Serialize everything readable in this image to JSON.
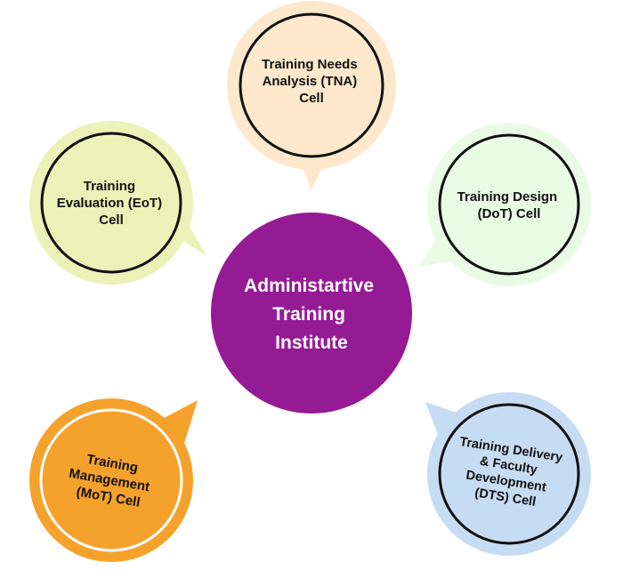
{
  "center": {
    "lines": [
      "Administartive",
      "Training",
      "Institute"
    ],
    "color": "#951b95",
    "text_color": "#ffffff"
  },
  "nodes": {
    "tna": {
      "lines": [
        "Training Needs",
        "Analysis (TNA)",
        "Cell"
      ],
      "fill": "#fde8cc",
      "ring": "#111111"
    },
    "dot": {
      "lines": [
        "Training Design",
        "(DoT) Cell"
      ],
      "fill": "#eafbe5",
      "ring": "#111111"
    },
    "dts": {
      "lines": [
        "Training Delivery",
        "& Faculty",
        "Development",
        "(DTS) Cell"
      ],
      "fill": "#c6dcf2",
      "ring": "#111111"
    },
    "mot": {
      "lines": [
        "Training",
        "Management",
        "(MoT) Cell"
      ],
      "fill": "#f5a22d",
      "ring": "#ffffff"
    },
    "eot": {
      "lines": [
        "Training",
        "Evaluation (EoT)",
        "Cell"
      ],
      "fill": "#eaf2b7",
      "ring": "#111111"
    }
  }
}
